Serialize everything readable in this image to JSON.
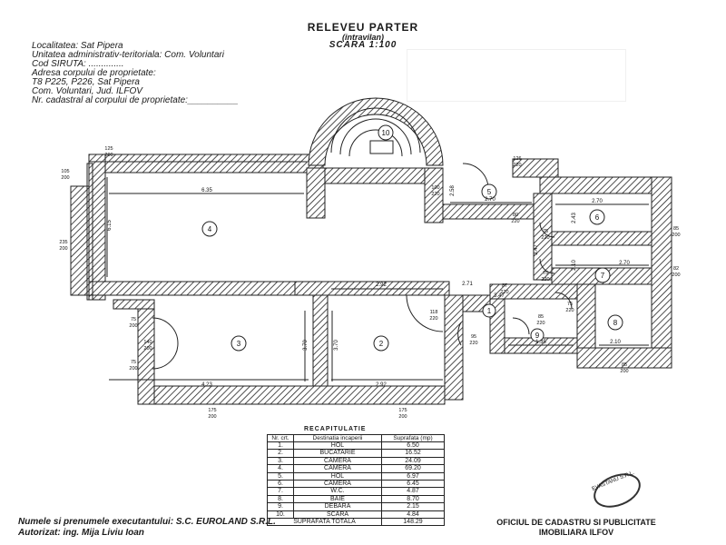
{
  "header": {
    "title": "RELEVEU PARTER",
    "subtitle": "(intravilan)",
    "scale": "SCARA 1:100",
    "lines": [
      "Localitatea: Sat Pipera",
      "Unitatea administrativ-teritoriala: Com. Voluntari",
      "Cod SIRUTA: ..............",
      "Adresa corpului de proprietate:",
      "T8 P225, P226, Sat Pipera",
      "Com. Voluntari, Jud. ILFOV",
      "Nr. cadastral al corpului de proprietate:__________"
    ]
  },
  "plan": {
    "rooms": [
      "1",
      "2",
      "3",
      "4",
      "5",
      "6",
      "7",
      "8",
      "9",
      "10"
    ],
    "dimensions": {
      "d635": "6.35",
      "d615": "6.15",
      "d270a": "2.70",
      "d270b": "2.70",
      "d270c": "2.70",
      "d292a": "2.92",
      "d292b": "2.92",
      "d271": "2.71",
      "d423": "4.23",
      "d370": "3.70",
      "d135": "1.35",
      "d210": "2.10",
      "d347": "3.47",
      "d243": "2.43",
      "d210b": "2.10",
      "d258": "2.58",
      "d347b": "3.47",
      "d370b": "3.70"
    },
    "openings": {
      "o1": [
        "105",
        "200"
      ],
      "o2": [
        "235",
        "200"
      ],
      "o3": [
        "75",
        "200"
      ],
      "o4": [
        "140",
        "200"
      ],
      "o5": [
        "75",
        "200"
      ],
      "o6": [
        "175",
        "200"
      ],
      "o7": [
        "175",
        "200"
      ],
      "o8": [
        "100",
        "220"
      ],
      "o9": [
        "80",
        "220"
      ],
      "o10": [
        "126",
        "220"
      ],
      "o11": [
        "75",
        "220"
      ],
      "o12": [
        "75",
        "220"
      ],
      "o13": [
        "87",
        "220"
      ],
      "o14": [
        "118",
        "220"
      ],
      "o15": [
        "95",
        "220"
      ],
      "o16": [
        "85",
        "220"
      ],
      "o17": [
        "75",
        "220"
      ],
      "o18": [
        "85",
        "200"
      ],
      "o19": [
        "82",
        "200"
      ],
      "o20": [
        "85",
        "200"
      ],
      "o21": [
        "125",
        "200"
      ]
    }
  },
  "recap": {
    "title": "RECAPITULATIE",
    "headers": [
      "Nr. crt.",
      "Destinatia incaperii",
      "Suprafata (mp)"
    ],
    "rows": [
      [
        "1.",
        "HOL",
        "6.50"
      ],
      [
        "2.",
        "BUCATARIE",
        "16.52"
      ],
      [
        "3.",
        "CAMERA",
        "24.09"
      ],
      [
        "4.",
        "CAMERA",
        "69.20"
      ],
      [
        "5.",
        "HOL",
        "6.97"
      ],
      [
        "6.",
        "CAMERA",
        "6.45"
      ],
      [
        "7.",
        "W.C.",
        "4.87"
      ],
      [
        "8.",
        "BAIE",
        "8.70"
      ],
      [
        "9.",
        "DEBARA",
        "2.15"
      ],
      [
        "10.",
        "SCARA",
        "4.84"
      ]
    ],
    "total_label": "SUPRAFATA TOTALA",
    "total_value": "148.29"
  },
  "footer": {
    "executant": "Numele si prenumele executantului: S.C. EUROLAND S.R.L.",
    "autorizat": "Autorizat: ing. Mija Liviu Ioan",
    "office1": "OFICIUL DE CADASTRU SI PUBLICITATE",
    "office2": "IMOBILIARA ILFOV"
  },
  "stamp": {
    "text": "EVASTANU S.R.L."
  }
}
